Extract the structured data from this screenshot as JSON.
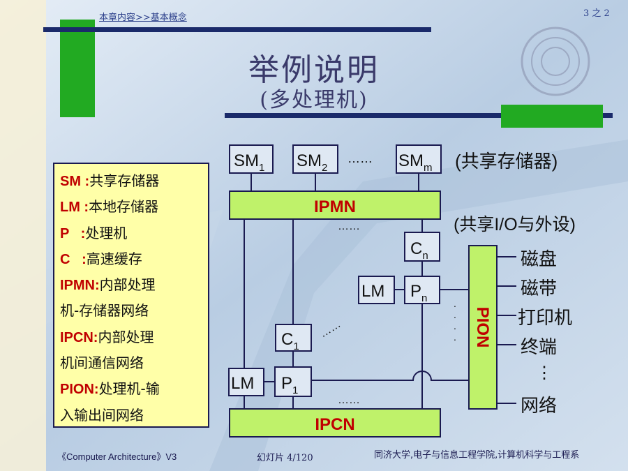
{
  "header": {
    "breadcrumb": "本章内容>>基本概念",
    "page_count": "3 之 2"
  },
  "title": "举例说明",
  "subtitle": "(多处理机)",
  "legend": [
    {
      "term": "SM :",
      "desc": "共享存储器"
    },
    {
      "term": "LM :",
      "desc": "本地存储器"
    },
    {
      "term": "P   :",
      "desc": "处理机"
    },
    {
      "term": "C   :",
      "desc": "高速缓存"
    },
    {
      "term": "IPMN:",
      "desc": "内部处理"
    },
    {
      "term": "",
      "desc": "机-存储器网络"
    },
    {
      "term": "IPCN:",
      "desc": "内部处理"
    },
    {
      "term": "",
      "desc": "机间通信网络"
    },
    {
      "term": "PION:",
      "desc": "处理机-输"
    },
    {
      "term": "",
      "desc": "入输出间网络"
    }
  ],
  "diagram": {
    "sm1": "SM",
    "sm1_sub": "1",
    "sm2": "SM",
    "sm2_sub": "2",
    "smm": "SM",
    "smm_sub": "m",
    "sm_dots": "……",
    "shared_memory_label": "(共享存储器)",
    "ipmn": "IPMN",
    "ipcn": "IPCN",
    "pion": "PION",
    "shared_io_label": "(共享I/O与外设)",
    "cn": "C",
    "cn_sub": "n",
    "pn": "P",
    "pn_sub": "n",
    "c1": "C",
    "c1_sub": "1",
    "p1": "P",
    "p1_sub": "1",
    "lm": "LM",
    "lm_n": "LM",
    "dots_h": "……",
    "dots_diag": "……",
    "dots_v": "⋮",
    "devices": [
      "磁盘",
      "磁带",
      "打印机",
      "终端",
      "⋮",
      "网络"
    ],
    "colors": {
      "bus_fill": "#bff26a",
      "bus_text": "#c00000",
      "box_border": "#1a1a50",
      "line": "#1a1a50"
    }
  },
  "footer": {
    "left": "《Computer Architecture》V3",
    "middle": "幻灯片  4/120",
    "right": "同济大学,电子与信息工程学院,计算机科学与工程系"
  }
}
